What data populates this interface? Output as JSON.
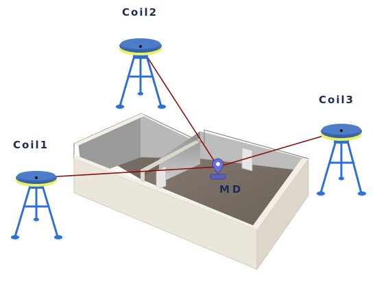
{
  "diagram": {
    "coils": [
      {
        "id": "coil1",
        "label": "Coil1"
      },
      {
        "id": "coil2",
        "label": "Coil2"
      },
      {
        "id": "coil3",
        "label": "Coil3"
      }
    ],
    "device": {
      "label": "MD"
    }
  },
  "colors": {
    "label_text": "#1f2b55",
    "coil_disk": "#3d6fbf",
    "coil_ring": "#e8f25a",
    "tripod": "#2d6fd6",
    "link_line": "#8b0a0a",
    "room_wall": "#ece8dc",
    "room_floor": "#7a6f66",
    "marker": "#5a5fc2"
  }
}
